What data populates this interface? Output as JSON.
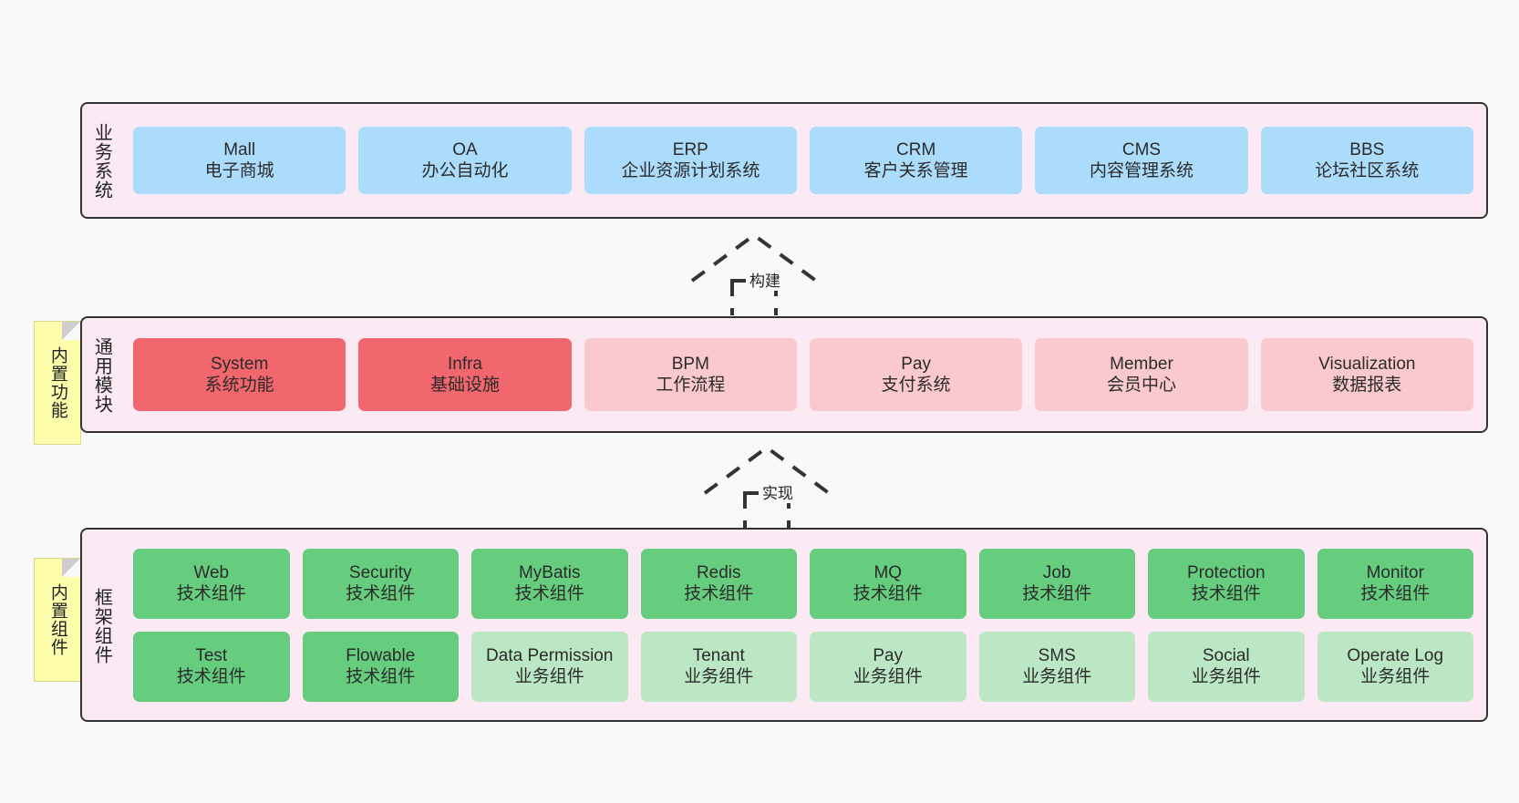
{
  "diagram": {
    "type": "layered-architecture",
    "background": "#f9f9f9"
  },
  "layers": [
    {
      "id": "business",
      "title": "业务系统",
      "panel_color": "#fbeaf4",
      "card_color": "#abdcfb",
      "rows": [
        [
          {
            "en": "Mall",
            "cn": "电子商城"
          },
          {
            "en": "OA",
            "cn": "办公自动化"
          },
          {
            "en": "ERP",
            "cn": "企业资源计划系统"
          },
          {
            "en": "CRM",
            "cn": "客户关系管理"
          },
          {
            "en": "CMS",
            "cn": "内容管理系统"
          },
          {
            "en": "BBS",
            "cn": "论坛社区系统"
          }
        ]
      ]
    },
    {
      "id": "common",
      "title": "通用模块",
      "panel_color": "#fbeaf4",
      "card_color_strong": "#f2666d",
      "card_color_light": "#fac9ce",
      "rows": [
        [
          {
            "en": "System",
            "cn": "系统功能",
            "color": "#f2666d"
          },
          {
            "en": "Infra",
            "cn": "基础设施",
            "color": "#f2666d"
          },
          {
            "en": "BPM",
            "cn": "工作流程",
            "color": "#fac9ce"
          },
          {
            "en": "Pay",
            "cn": "支付系统",
            "color": "#fac9ce"
          },
          {
            "en": "Member",
            "cn": "会员中心",
            "color": "#fac9ce"
          },
          {
            "en": "Visualization",
            "cn": "数据报表",
            "color": "#fac9ce"
          }
        ]
      ]
    },
    {
      "id": "framework",
      "title": "框架组件",
      "panel_color": "#fbeaf4",
      "card_color_strong": "#66cd7f",
      "card_color_light": "#bbe7c5",
      "rows": [
        [
          {
            "en": "Web",
            "cn": "技术组件",
            "color": "#66cd7f"
          },
          {
            "en": "Security",
            "cn": "技术组件",
            "color": "#66cd7f"
          },
          {
            "en": "MyBatis",
            "cn": "技术组件",
            "color": "#66cd7f"
          },
          {
            "en": "Redis",
            "cn": "技术组件",
            "color": "#66cd7f"
          },
          {
            "en": "MQ",
            "cn": "技术组件",
            "color": "#66cd7f"
          },
          {
            "en": "Job",
            "cn": "技术组件",
            "color": "#66cd7f"
          },
          {
            "en": "Protection",
            "cn": "技术组件",
            "color": "#66cd7f"
          },
          {
            "en": "Monitor",
            "cn": "技术组件",
            "color": "#66cd7f"
          }
        ],
        [
          {
            "en": "Test",
            "cn": "技术组件",
            "color": "#66cd7f"
          },
          {
            "en": "Flowable",
            "cn": "技术组件",
            "color": "#66cd7f"
          },
          {
            "en": "Data Permission",
            "cn": "业务组件",
            "color": "#bbe7c5"
          },
          {
            "en": "Tenant",
            "cn": "业务组件",
            "color": "#bbe7c5"
          },
          {
            "en": "Pay",
            "cn": "业务组件",
            "color": "#bbe7c5"
          },
          {
            "en": "SMS",
            "cn": "业务组件",
            "color": "#bbe7c5"
          },
          {
            "en": "Social",
            "cn": "业务组件",
            "color": "#bbe7c5"
          },
          {
            "en": "Operate Log",
            "cn": "业务组件",
            "color": "#bbe7c5"
          }
        ]
      ]
    }
  ],
  "notes": [
    {
      "id": "functions",
      "label": "内置功能",
      "color": "#fcfcab"
    },
    {
      "id": "components",
      "label": "内置组件",
      "color": "#fcfcab"
    }
  ],
  "connectors": [
    {
      "id": "build",
      "label": "构建",
      "style": "dashed-generalization"
    },
    {
      "id": "impl",
      "label": "实现",
      "style": "dashed-generalization"
    }
  ]
}
